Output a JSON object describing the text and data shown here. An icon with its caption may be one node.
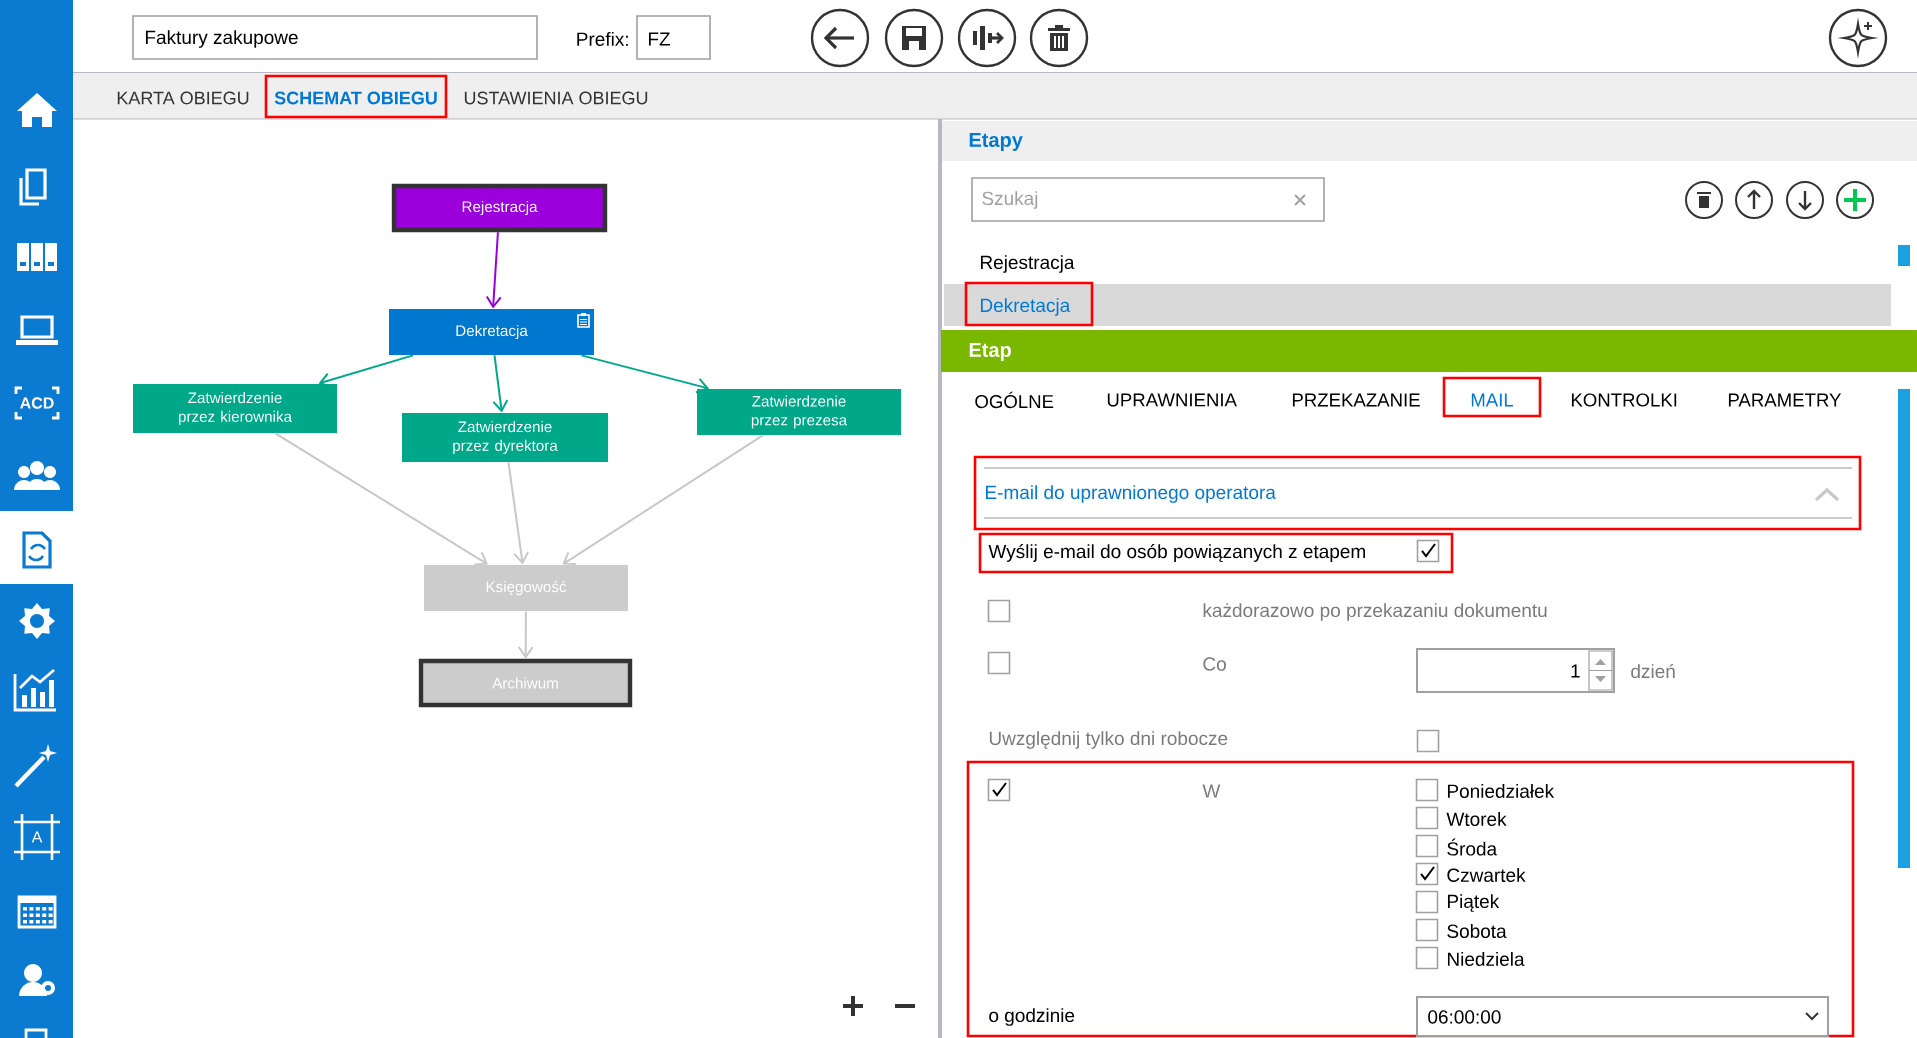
{
  "diagram": {
    "nodes": [
      {
        "text": [
          "Rejestracja"
        ]
      },
      {
        "text": [
          "Dekretacja"
        ]
      },
      {
        "text": [
          "Zatwierdzenie przez kierownika"
        ]
      },
      {
        "text": [
          "Zatwierdzenie przez dyrektora"
        ]
      },
      {
        "text": [
          "Zatwierdzenie przez prezesa"
        ]
      },
      {
        "text": [
          "Księgowość"
        ]
      },
      {
        "text": [
          "Archiwum"
        ]
      }
    ],
    "edges": [
      {
        "from": 0,
        "to": 1,
        "arrow": "to",
        "color": "#9b00dc"
      },
      {
        "from": 1,
        "to": 2,
        "arrow": "to",
        "color": "#00a88a"
      },
      {
        "from": 1,
        "to": 3,
        "arrow": "to",
        "color": "#00a88a"
      },
      {
        "from": 1,
        "to": 4,
        "arrow": "to",
        "color": "#00a88a"
      },
      {
        "from": 2,
        "to": 5,
        "arrow": "to"
      },
      {
        "from": 3,
        "to": 5,
        "arrow": "to"
      },
      {
        "from": 4,
        "to": 5,
        "arrow": "to"
      },
      {
        "from": 5,
        "to": 6,
        "arrow": "to"
      }
    ],
    "labels": [
      "Faktury zakupowe",
      "Prefix:",
      "FZ",
      "KARTA OBIEGU",
      "SCHEMAT OBIEGU",
      "USTAWIENIA OBIEGU",
      "ACD",
      "A",
      "Etapy",
      "Szukaj",
      "Rejestracja",
      "Dekretacja",
      "Etap",
      "OGÓLNE",
      "UPRAWNIENIA",
      "PRZEKAZANIE",
      "MAIL",
      "KONTROLKI",
      "PARAMETRY",
      "E-mail do uprawnionego operatora",
      "Wyślij e-mail do osób powiązanych z etapem",
      "każdorazowo po przekazaniu dokumentu",
      "Co",
      "1",
      "dzień",
      "Uwzględnij tylko dni robocze",
      "W",
      "Poniedziałek",
      "Wtorek",
      "Środa",
      "Czwartek",
      "Piątek",
      "Sobota",
      "Niedziela",
      "o godzinie",
      "06:00:00"
    ]
  }
}
